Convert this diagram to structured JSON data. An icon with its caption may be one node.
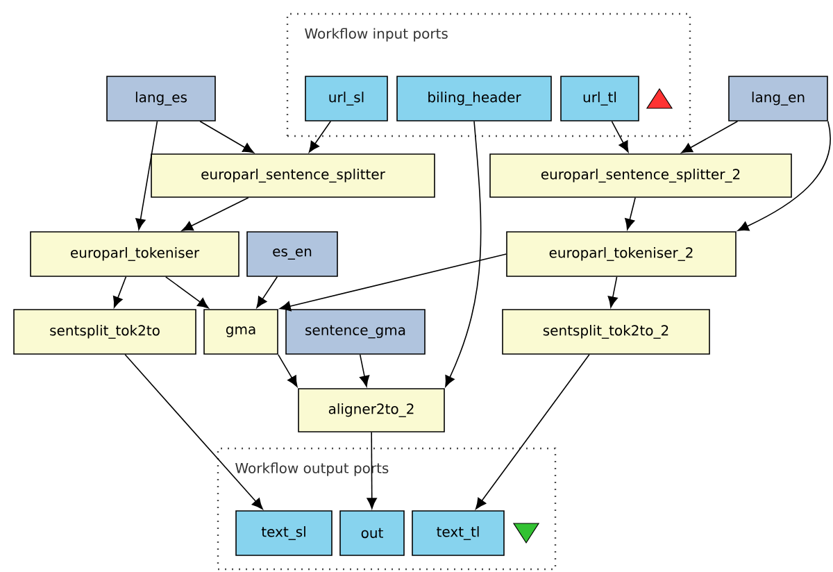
{
  "diagram": {
    "nodes": [
      {
        "text": [
          "Workflow input ports"
        ]
      },
      {
        "text": [
          "url_sl"
        ],
        "in": 0
      },
      {
        "text": [
          "biling_header"
        ],
        "in": 0
      },
      {
        "text": [
          "url_tl"
        ],
        "in": 0
      },
      {
        "text": [
          "lang_es"
        ]
      },
      {
        "text": [
          "lang_en"
        ]
      },
      {
        "text": [
          "europarl_sentence_splitter"
        ]
      },
      {
        "text": [
          "europarl_sentence_splitter_2"
        ]
      },
      {
        "text": [
          "europarl_tokeniser"
        ]
      },
      {
        "text": [
          "es_en"
        ]
      },
      {
        "text": [
          "europarl_tokeniser_2"
        ]
      },
      {
        "text": [
          "sentsplit_tok2to"
        ]
      },
      {
        "text": [
          "gma"
        ]
      },
      {
        "text": [
          "sentence_gma"
        ]
      },
      {
        "text": [
          "sentsplit_tok2to_2"
        ]
      },
      {
        "text": [
          "aligner2to_2"
        ]
      },
      {
        "text": [
          "Workflow output ports"
        ]
      },
      {
        "text": [
          "text_sl"
        ],
        "in": 16
      },
      {
        "text": [
          "out"
        ],
        "in": 16
      },
      {
        "text": [
          "text_tl"
        ],
        "in": 16
      }
    ],
    "edges": [
      {
        "from": 1,
        "to": 6,
        "arrow": "to"
      },
      {
        "from": 4,
        "to": 6,
        "arrow": "to"
      },
      {
        "from": 4,
        "to": 8,
        "arrow": "to"
      },
      {
        "from": 6,
        "to": 8,
        "arrow": "to"
      },
      {
        "from": 3,
        "to": 7,
        "arrow": "to"
      },
      {
        "from": 5,
        "to": 7,
        "arrow": "to"
      },
      {
        "from": 5,
        "to": 10,
        "arrow": "to"
      },
      {
        "from": 7,
        "to": 10,
        "arrow": "to"
      },
      {
        "from": 8,
        "to": 11,
        "arrow": "to"
      },
      {
        "from": 8,
        "to": 12,
        "arrow": "to"
      },
      {
        "from": 9,
        "to": 12,
        "arrow": "to"
      },
      {
        "from": 10,
        "to": 12,
        "arrow": "to"
      },
      {
        "from": 10,
        "to": 14,
        "arrow": "to"
      },
      {
        "from": 2,
        "to": 15,
        "arrow": "to"
      },
      {
        "from": 12,
        "to": 15,
        "arrow": "to"
      },
      {
        "from": 13,
        "to": 15,
        "arrow": "to"
      },
      {
        "from": 11,
        "to": 17,
        "arrow": "to"
      },
      {
        "from": 15,
        "to": 18,
        "arrow": "to"
      },
      {
        "from": 14,
        "to": 19,
        "arrow": "to"
      }
    ]
  }
}
